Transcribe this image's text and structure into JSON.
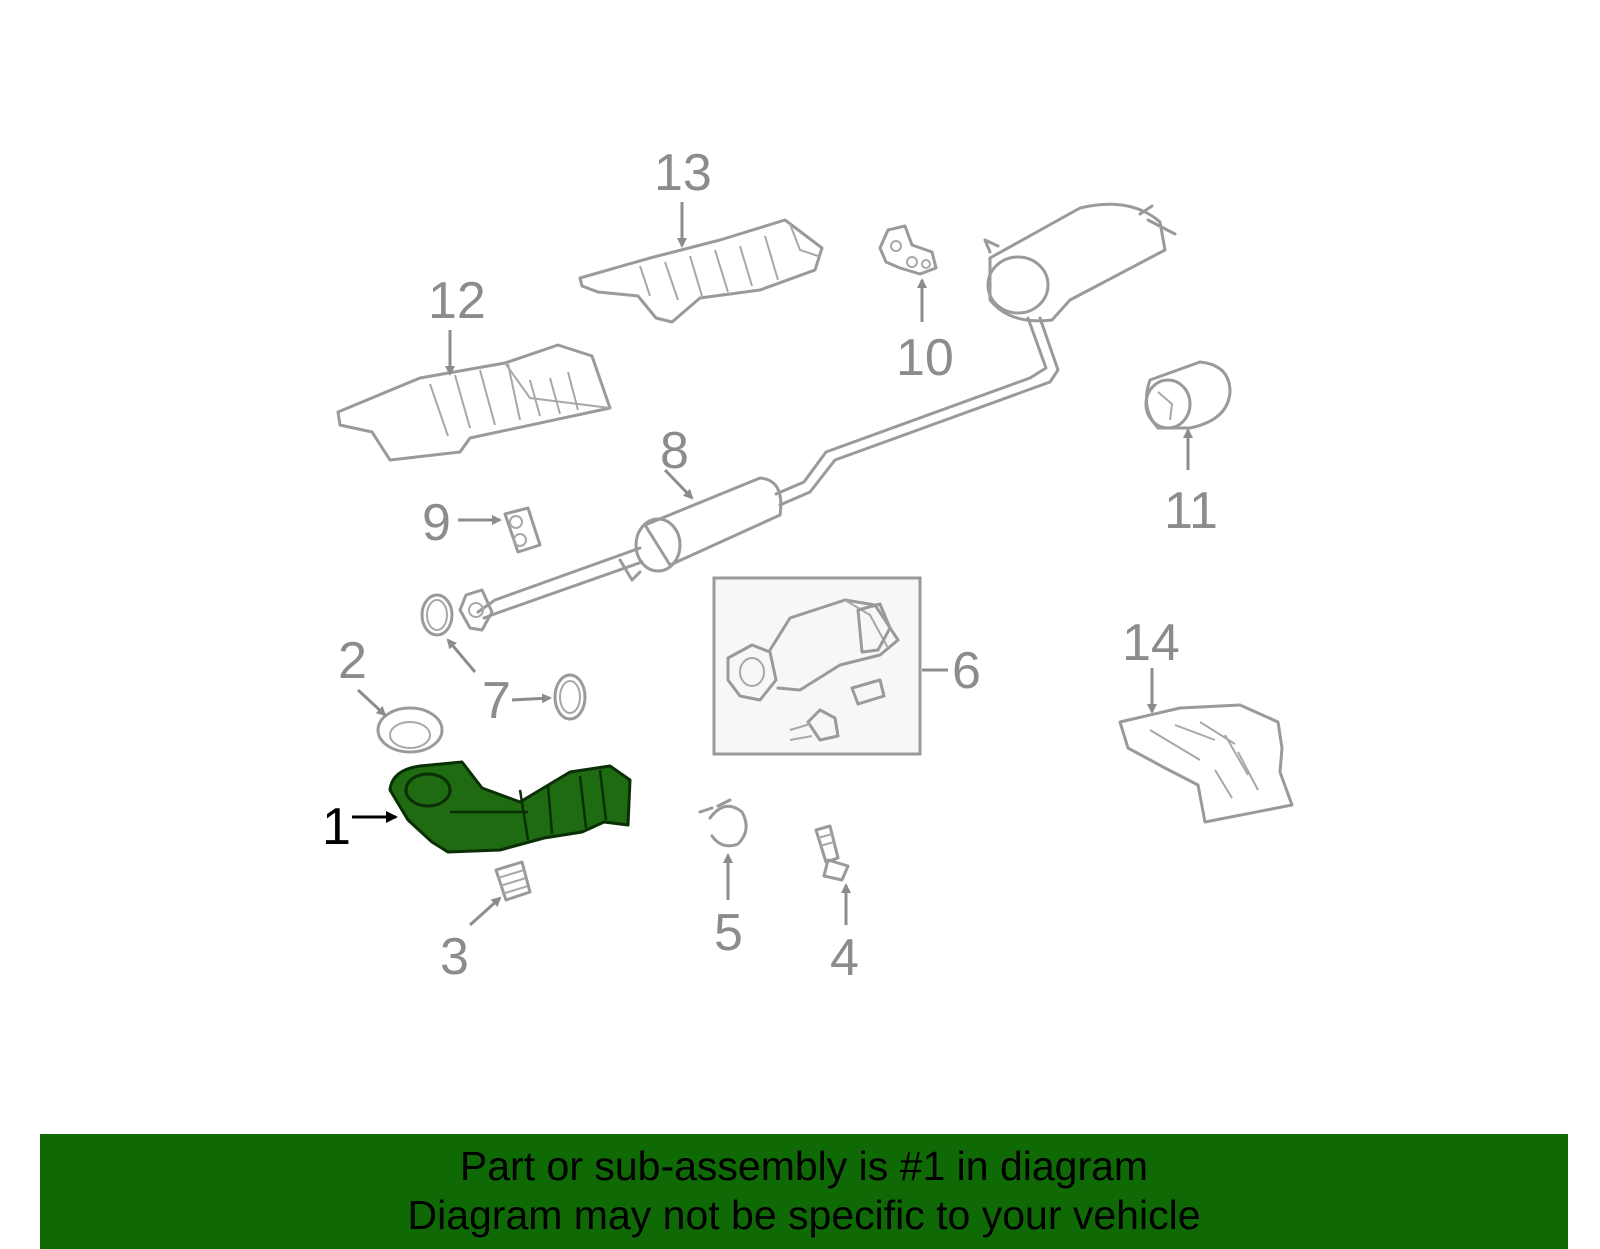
{
  "callouts": {
    "c1": "1",
    "c2": "2",
    "c3": "3",
    "c4": "4",
    "c5": "5",
    "c6": "6",
    "c7": "7",
    "c8": "8",
    "c9": "9",
    "c10": "10",
    "c11": "11",
    "c12": "12",
    "c13": "13",
    "c14": "14"
  },
  "highlighted_part": "1",
  "colors": {
    "highlight_fill": "#1f6b12",
    "banner_bg": "#0f6a05",
    "part_outline": "#9a9a9a",
    "callout_gray": "#8c8c8c",
    "callout_active": "#000000"
  },
  "banner": {
    "line1": "Part or sub-assembly is #1 in diagram",
    "line2": "Diagram may not be specific to your vehicle"
  }
}
